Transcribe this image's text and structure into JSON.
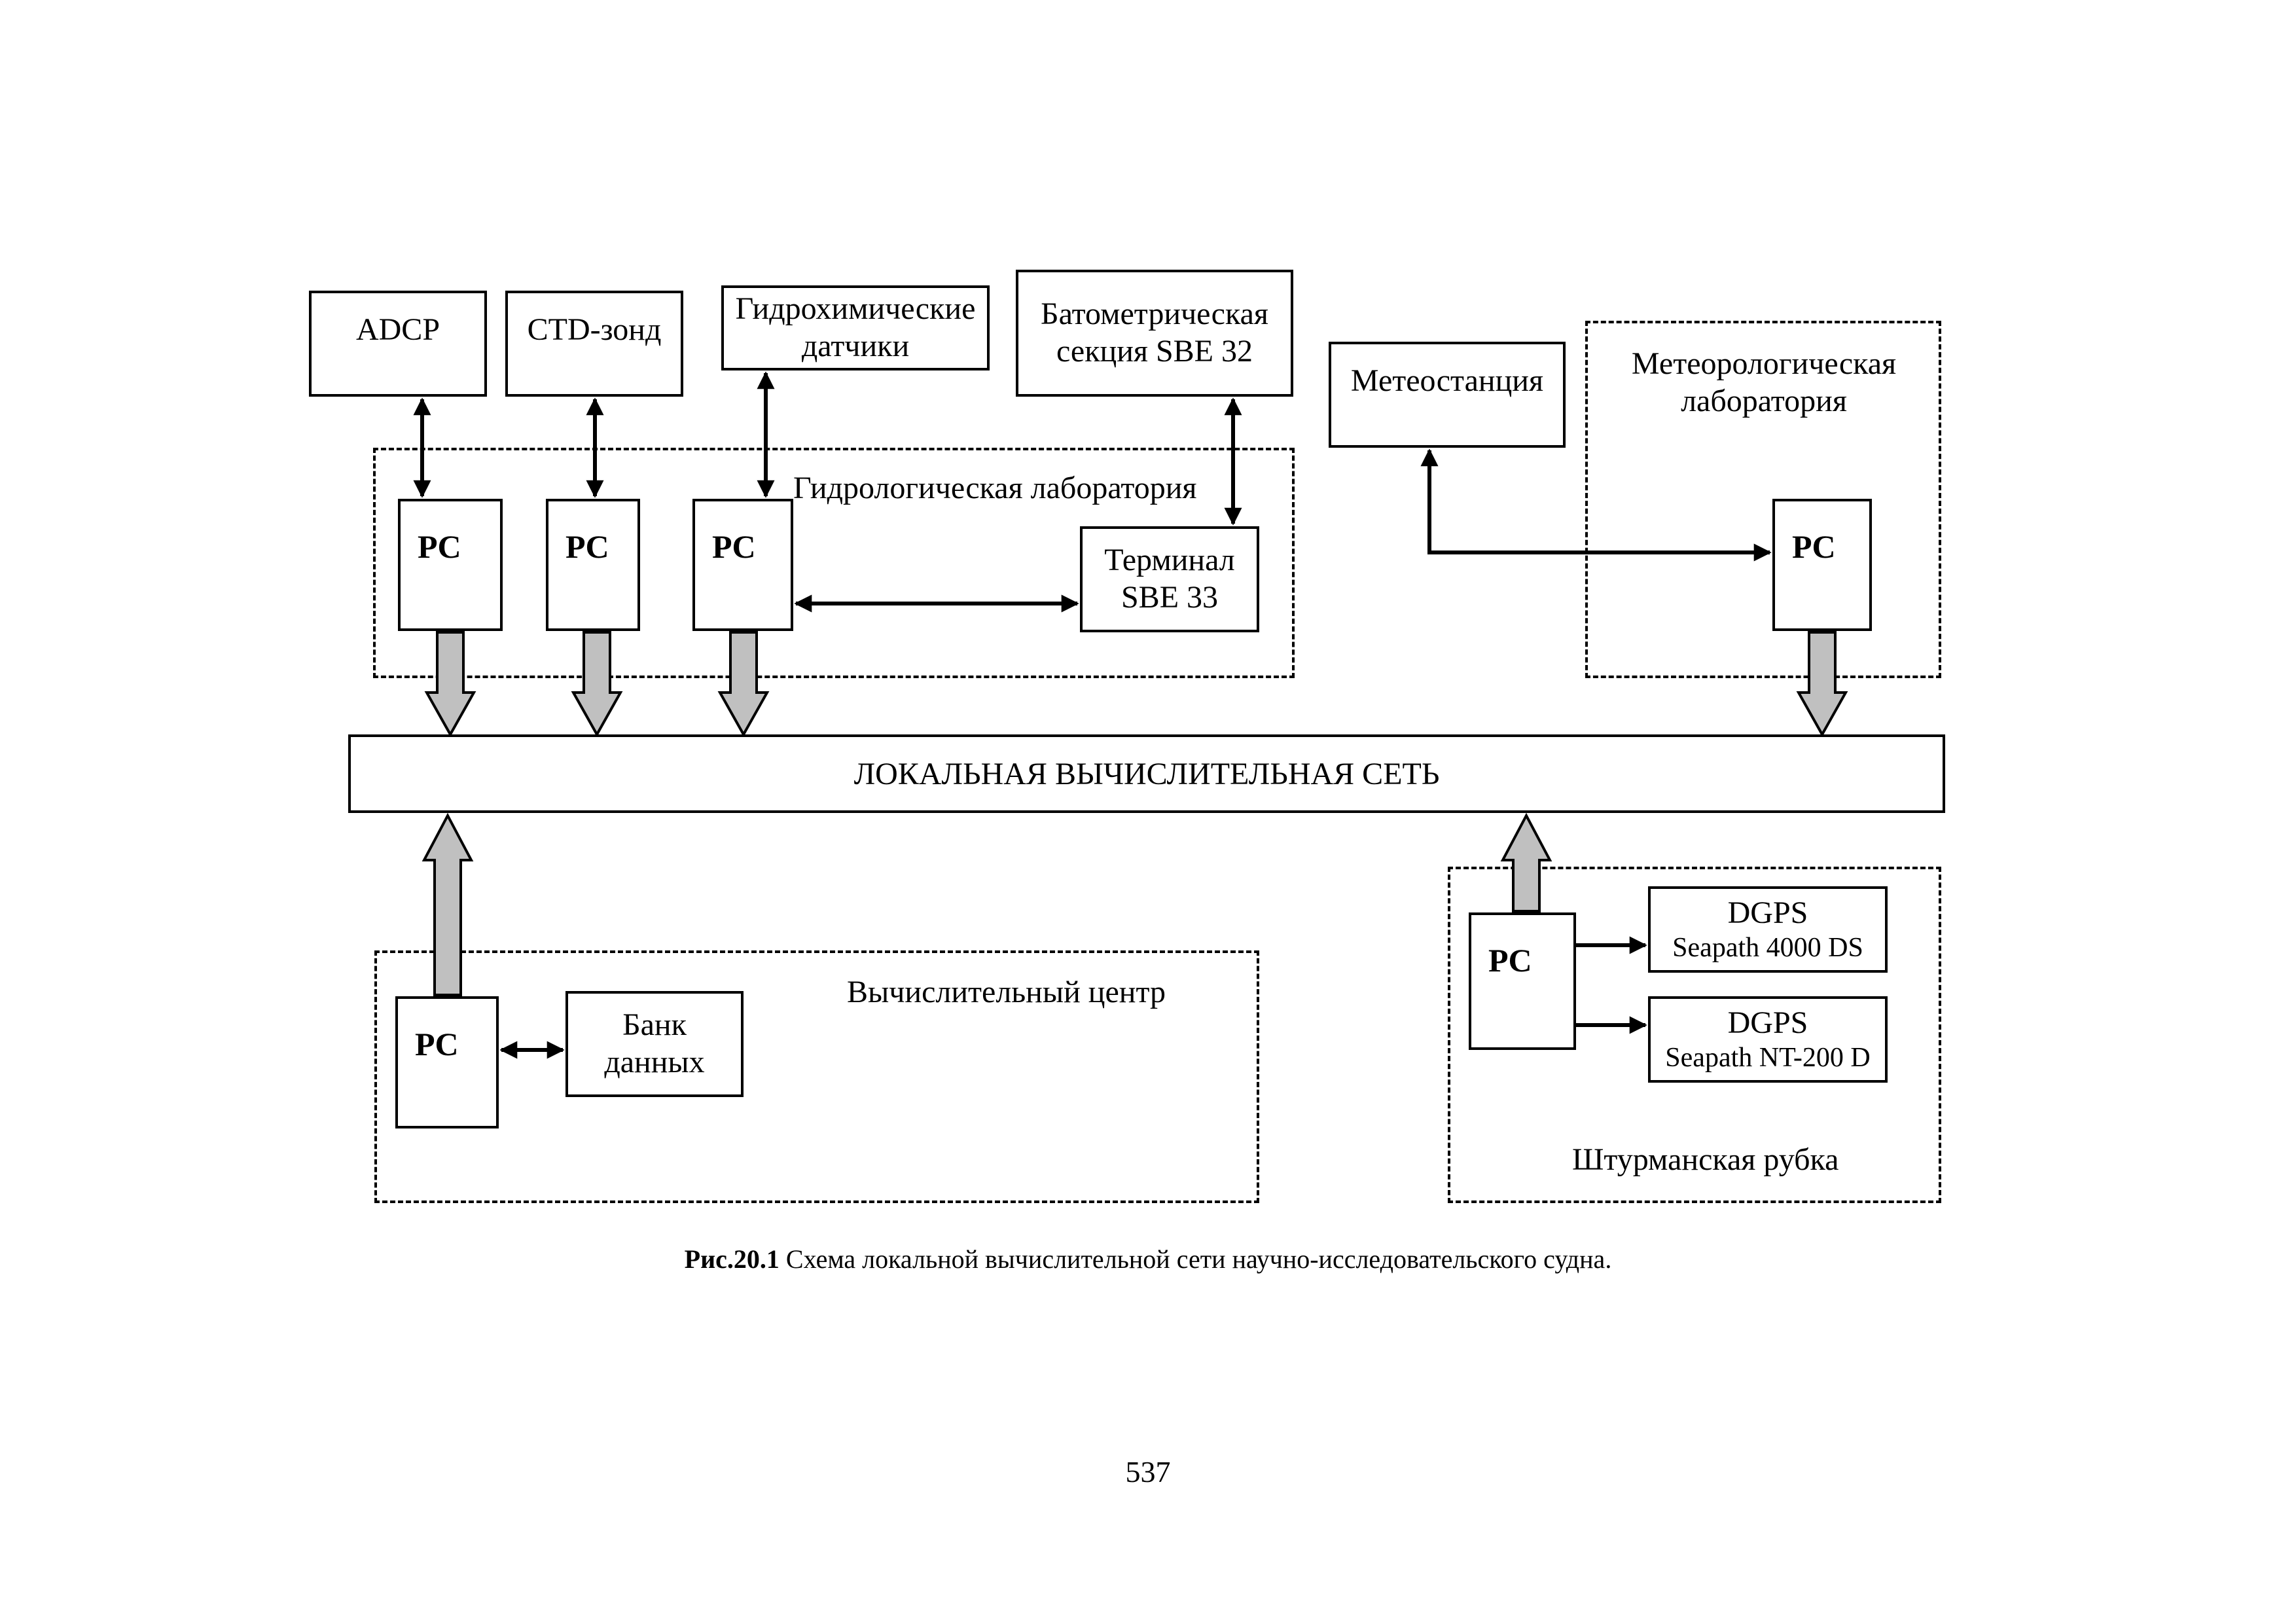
{
  "devices": {
    "adcp": "ADCP",
    "ctd": "CTD-зонд",
    "hydrochem_line1": "Гидрохимические",
    "hydrochem_line2": "датчики",
    "bathometer_line1": "Батометрическая",
    "bathometer_line2": "секция SBE 32",
    "terminal_line1": "Терминал",
    "terminal_line2": "SBE 33",
    "meteostation": "Метеостанция",
    "databank_line1": "Банк",
    "databank_line2": "данных",
    "dgps1_title": "DGPS",
    "dgps1_model": "Seapath 4000 DS",
    "dgps2_title": "DGPS",
    "dgps2_model": "Seapath NT-200 D"
  },
  "pc_label": "PC",
  "zones": {
    "hydro_lab": "Гидрологическая лаборатория",
    "meteo_lab_line1": "Метеорологическая",
    "meteo_lab_line2": "лаборатория",
    "computing_center": "Вычислительный центр",
    "wheelhouse": "Штурманская рубка"
  },
  "lan": "ЛОКАЛЬНАЯ ВЫЧИСЛИТЕЛЬНАЯ СЕТЬ",
  "caption": {
    "figure_no": "Рис.20.1",
    "text": " Схема локальной вычислительной сети научно-исследовательского судна."
  },
  "page_number": "537",
  "colors": {
    "line": "#000000",
    "fat_arrow_fill": "#c0c0c0"
  }
}
